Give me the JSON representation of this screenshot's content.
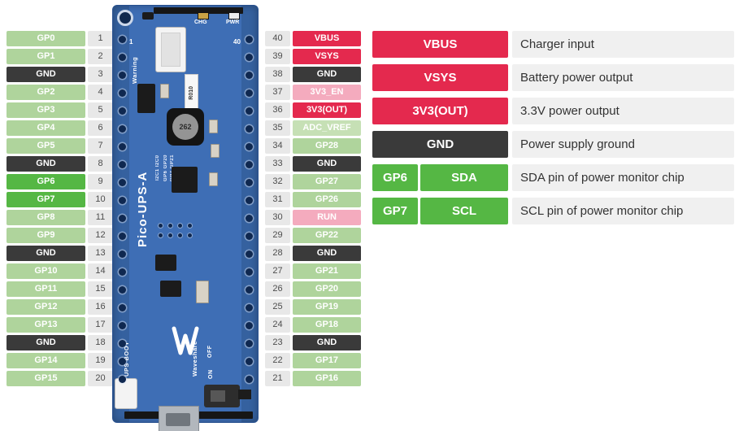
{
  "colors": {
    "gpio": "#afd49c",
    "gnd": "#3a3a3a",
    "power": "#e4294e",
    "control": "#f4abbe",
    "adc": "#c6e0b5",
    "highlight": "#55b744",
    "numbg": "#e8e8e8",
    "descbg": "#f0f0f0"
  },
  "pins": {
    "left": [
      {
        "label": "GP0",
        "number": "1",
        "type": "gpio"
      },
      {
        "label": "GP1",
        "number": "2",
        "type": "gpio"
      },
      {
        "label": "GND",
        "number": "3",
        "type": "gnd"
      },
      {
        "label": "GP2",
        "number": "4",
        "type": "gpio"
      },
      {
        "label": "GP3",
        "number": "5",
        "type": "gpio"
      },
      {
        "label": "GP4",
        "number": "6",
        "type": "gpio"
      },
      {
        "label": "GP5",
        "number": "7",
        "type": "gpio"
      },
      {
        "label": "GND",
        "number": "8",
        "type": "gnd"
      },
      {
        "label": "GP6",
        "number": "9",
        "type": "highlight"
      },
      {
        "label": "GP7",
        "number": "10",
        "type": "highlight"
      },
      {
        "label": "GP8",
        "number": "11",
        "type": "gpio"
      },
      {
        "label": "GP9",
        "number": "12",
        "type": "gpio"
      },
      {
        "label": "GND",
        "number": "13",
        "type": "gnd"
      },
      {
        "label": "GP10",
        "number": "14",
        "type": "gpio"
      },
      {
        "label": "GP11",
        "number": "15",
        "type": "gpio"
      },
      {
        "label": "GP12",
        "number": "16",
        "type": "gpio"
      },
      {
        "label": "GP13",
        "number": "17",
        "type": "gpio"
      },
      {
        "label": "GND",
        "number": "18",
        "type": "gnd"
      },
      {
        "label": "GP14",
        "number": "19",
        "type": "gpio"
      },
      {
        "label": "GP15",
        "number": "20",
        "type": "gpio"
      }
    ],
    "right": [
      {
        "label": "VBUS",
        "number": "40",
        "type": "power"
      },
      {
        "label": "VSYS",
        "number": "39",
        "type": "power"
      },
      {
        "label": "GND",
        "number": "38",
        "type": "gnd"
      },
      {
        "label": "3V3_EN",
        "number": "37",
        "type": "control"
      },
      {
        "label": "3V3(OUT)",
        "number": "36",
        "type": "power"
      },
      {
        "label": "ADC_VREF",
        "number": "35",
        "type": "adc"
      },
      {
        "label": "GP28",
        "number": "34",
        "type": "gpio"
      },
      {
        "label": "GND",
        "number": "33",
        "type": "gnd"
      },
      {
        "label": "GP27",
        "number": "32",
        "type": "gpio"
      },
      {
        "label": "GP26",
        "number": "31",
        "type": "gpio"
      },
      {
        "label": "RUN",
        "number": "30",
        "type": "control"
      },
      {
        "label": "GP22",
        "number": "29",
        "type": "gpio"
      },
      {
        "label": "GND",
        "number": "28",
        "type": "gnd"
      },
      {
        "label": "GP21",
        "number": "27",
        "type": "gpio"
      },
      {
        "label": "GP20",
        "number": "26",
        "type": "gpio"
      },
      {
        "label": "GP19",
        "number": "25",
        "type": "gpio"
      },
      {
        "label": "GP18",
        "number": "24",
        "type": "gpio"
      },
      {
        "label": "GND",
        "number": "23",
        "type": "gnd"
      },
      {
        "label": "GP17",
        "number": "22",
        "type": "gpio"
      },
      {
        "label": "GP16",
        "number": "21",
        "type": "gpio"
      }
    ]
  },
  "legend": [
    {
      "badges": [
        {
          "text": "VBUS",
          "type": "power"
        }
      ],
      "description": "Charger input"
    },
    {
      "badges": [
        {
          "text": "VSYS",
          "type": "power"
        }
      ],
      "description": "Battery power output"
    },
    {
      "badges": [
        {
          "text": "3V3(OUT)",
          "type": "power"
        }
      ],
      "description": "3.3V power output"
    },
    {
      "badges": [
        {
          "text": "GND",
          "type": "gnd"
        }
      ],
      "description": "Power supply ground"
    },
    {
      "badges": [
        {
          "text": "GP6",
          "type": "highlight"
        },
        {
          "text": "SDA",
          "type": "highlight"
        }
      ],
      "description": "SDA pin of power monitor chip"
    },
    {
      "badges": [
        {
          "text": "GP7",
          "type": "highlight"
        },
        {
          "text": "SCL",
          "type": "highlight"
        }
      ],
      "description": "SCL pin of power monitor chip"
    }
  ],
  "board": {
    "title": "Pico-UPS-A",
    "pin1": "1",
    "pin40": "40",
    "led_chg_label": "CHG",
    "led_pwr_label": "PWR",
    "warning_label": "Warning",
    "resistor_label": "R010",
    "inductor_label": "262",
    "i2c_header": "I2C1 I2C0",
    "i2c_pins_a": "GP6 GP20",
    "i2c_pins_b": "GP7 GP21",
    "boot_label": "UPS BOOT",
    "brand_label": "Waveshare",
    "switch_off": "OFF",
    "switch_on": "ON"
  }
}
